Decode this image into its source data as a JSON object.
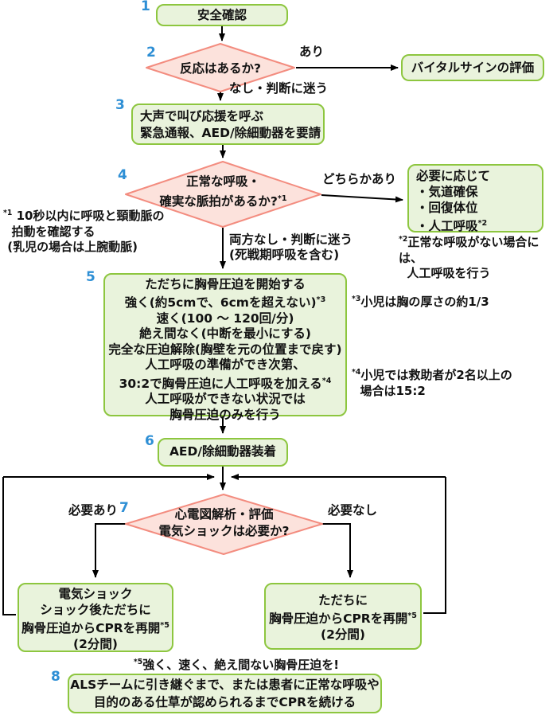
{
  "palette": {
    "green_fill": "#e9f3dc",
    "green_border": "#8dc63f",
    "pink_fill": "#fce2dc",
    "pink_border": "#f38c7f",
    "number_blue": "#2e8fd5",
    "line_color": "#000000",
    "text_color": "#111111"
  },
  "nodes": {
    "step1": {
      "num": "1",
      "label": "安全確認"
    },
    "step2": {
      "num": "2",
      "label": "反応はあるか?"
    },
    "vital": {
      "label": "バイタルサインの評価"
    },
    "step3": {
      "num": "3",
      "lines": [
        "大声で叫び応援を呼ぶ",
        "緊急通報、AED/除細動器を要請"
      ]
    },
    "step4": {
      "num": "4",
      "lines": [
        "正常な呼吸・",
        "確実な脈拍があるか?*1"
      ]
    },
    "care": {
      "lines": [
        "必要に応じて",
        "・気道確保",
        "・回復体位",
        "・人工呼吸*2"
      ]
    },
    "step5": {
      "num": "5",
      "lines": [
        "ただちに胸骨圧迫を開始する",
        "強く(約5cmで、6cmを超えない)*3",
        "速く(100 〜 120回/分)",
        "絶え間なく(中断を最小にする)",
        "完全な圧迫解除(胸壁を元の位置まで戻す)",
        "人工呼吸の準備ができ次第、",
        "30:2で胸骨圧迫に人工呼吸を加える*4",
        "人工呼吸ができない状況では",
        "胸骨圧迫のみを行う"
      ]
    },
    "step6": {
      "num": "6",
      "label": "AED/除細動器装着"
    },
    "step7": {
      "num": "7",
      "lines": [
        "心電図解析・評価",
        "電気ショックは必要か?"
      ]
    },
    "shock": {
      "lines": [
        "電気ショック",
        "ショック後ただちに",
        "胸骨圧迫からCPRを再開*5",
        "(2分間)"
      ]
    },
    "no_shock": {
      "lines": [
        "ただちに",
        "胸骨圧迫からCPRを再開*5",
        "(2分間)"
      ]
    },
    "step8": {
      "num": "8",
      "lines": [
        "ALSチームに引き継ぐまで、または患者に正常な呼吸や",
        "目的のある仕草が認められるまでCPRを続ける"
      ]
    }
  },
  "edges": {
    "yes": "あり",
    "no_unsure": "なし・判断に迷う",
    "either_present": "どちらかあり",
    "both_absent": [
      "両方なし・判断に迷う",
      "(死戦期呼吸を含む)"
    ],
    "shock_needed": "必要あり",
    "shock_not_needed": "必要なし"
  },
  "notes": {
    "n1": [
      "*1 10秒以内に呼吸と頸動脈の",
      "  拍動を確認する",
      " (乳児の場合は上腕動脈)"
    ],
    "n2": [
      "*2正常な呼吸がない場合には、",
      "  人工呼吸を行う"
    ],
    "n3": "*3小児は胸の厚さの約1/3",
    "n4": [
      "*4小児では救助者が2名以上の",
      "  場合は15:2"
    ],
    "n5": "*5強く、速く、絶え間ない胸骨圧迫を!"
  }
}
